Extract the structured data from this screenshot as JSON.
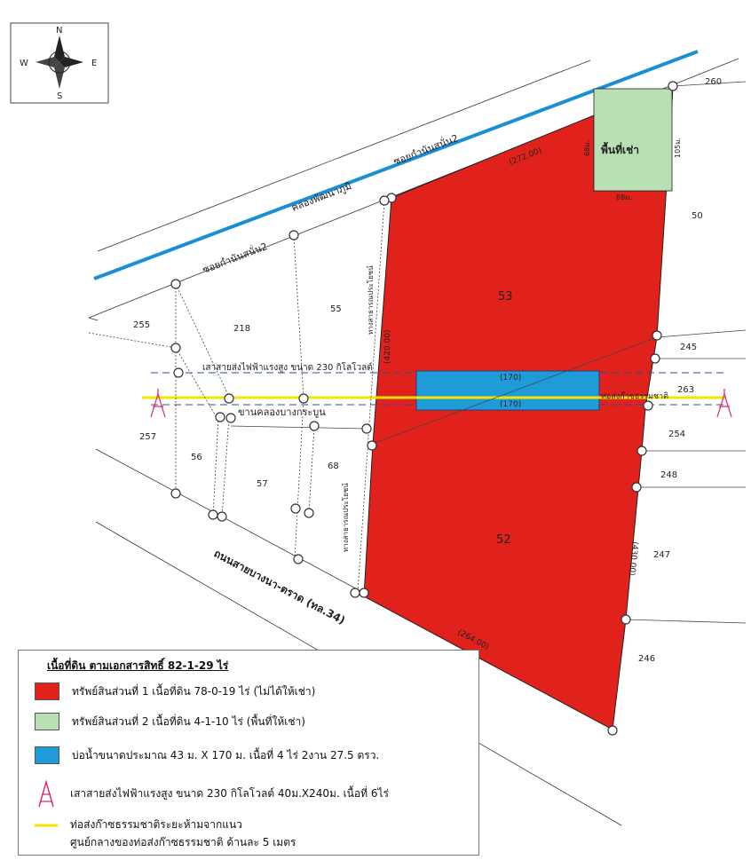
{
  "compass": {
    "n": "N",
    "s": "S",
    "e": "E",
    "w": "W"
  },
  "roads": {
    "soi_upper": "ซอยกำนันสนั่น2",
    "soi_lower": "ซอยกำนันสนั่น2",
    "canal_main": "คลองพัฒนาภูมิ",
    "canal_small": "ขานคลองบางกระบูน",
    "highway": "ถนนสายบางนา-ตราด (ทล.34)",
    "power_line": "เสาสายส่งไฟฟ้าแรงสูง ขนาด 230 กิโลโวลต์",
    "gas_pipe": "ท่อส่งก๊าซธรรมชาติ",
    "lane_a": "ทางสาธารณประโยชน์",
    "lane_b": "ทางสาธารณประโยชน์"
  },
  "dims": {
    "top": "(272.00)",
    "right": "(430.00)",
    "bottom": "(264.00)",
    "mid": "(420.00)",
    "lease_a": "68ม.",
    "lease_b": "88ม.",
    "lease_side": "105ม.",
    "pond_a": "(170)",
    "pond_b": "(170)"
  },
  "parcels": {
    "p53": "53",
    "p52": "52",
    "lease": "พื้นที่เช่า",
    "n260": "260",
    "n50": "50",
    "n245": "245",
    "n263": "263",
    "n254": "254",
    "n248": "248",
    "n247": "247",
    "n246": "246",
    "n255": "255",
    "n218": "218",
    "n55": "55",
    "n257": "257",
    "n56": "56",
    "n57": "57",
    "n68": "68"
  },
  "legend": {
    "title": "เนื้อที่ดิน ตามเอกสารสิทธิ์ 82-1-29 ไร่",
    "items": [
      {
        "color": "#e0211c",
        "text": "ทรัพย์สินส่วนที่ 1 เนื้อที่ดิน 78-0-19 ไร่ (ไม่ได้ให้เช่า)"
      },
      {
        "color": "#b9e0b5",
        "text": "ทรัพย์สินส่วนที่ 2 เนื้อที่ดิน 4-1-10 ไร่  (พื้นที่ให้เช่า)"
      },
      {
        "color": "#1f9bd8",
        "text": "บ่อน้ำขนาดประมาณ 43 ม. X 170 ม. เนื้อที่ 4 ไร่ 2งาน 27.5 ตรว."
      }
    ],
    "tower_text": "เสาสายส่งไฟฟ้าแรงสูง ขนาด 230 กิโลโวลต์ 40ม.X240ม. เนื้อที่ 6ไร่",
    "pipe_text_1": "ท่อส่งก๊าซธรรมชาติระยะห้ามจากแนว",
    "pipe_text_2": "ศูนย์กลางของท่อส่งก๊าซธรรมชาติ ด้านละ 5 เมตร",
    "pipe_color": "#f5e400"
  },
  "colors": {
    "parcel_red": "#e0211c",
    "lease_green": "#b9e0b5",
    "pond_blue": "#1f9bd8",
    "canal_blue": "#1a8fd6",
    "tower_pink": "#e0216c"
  }
}
